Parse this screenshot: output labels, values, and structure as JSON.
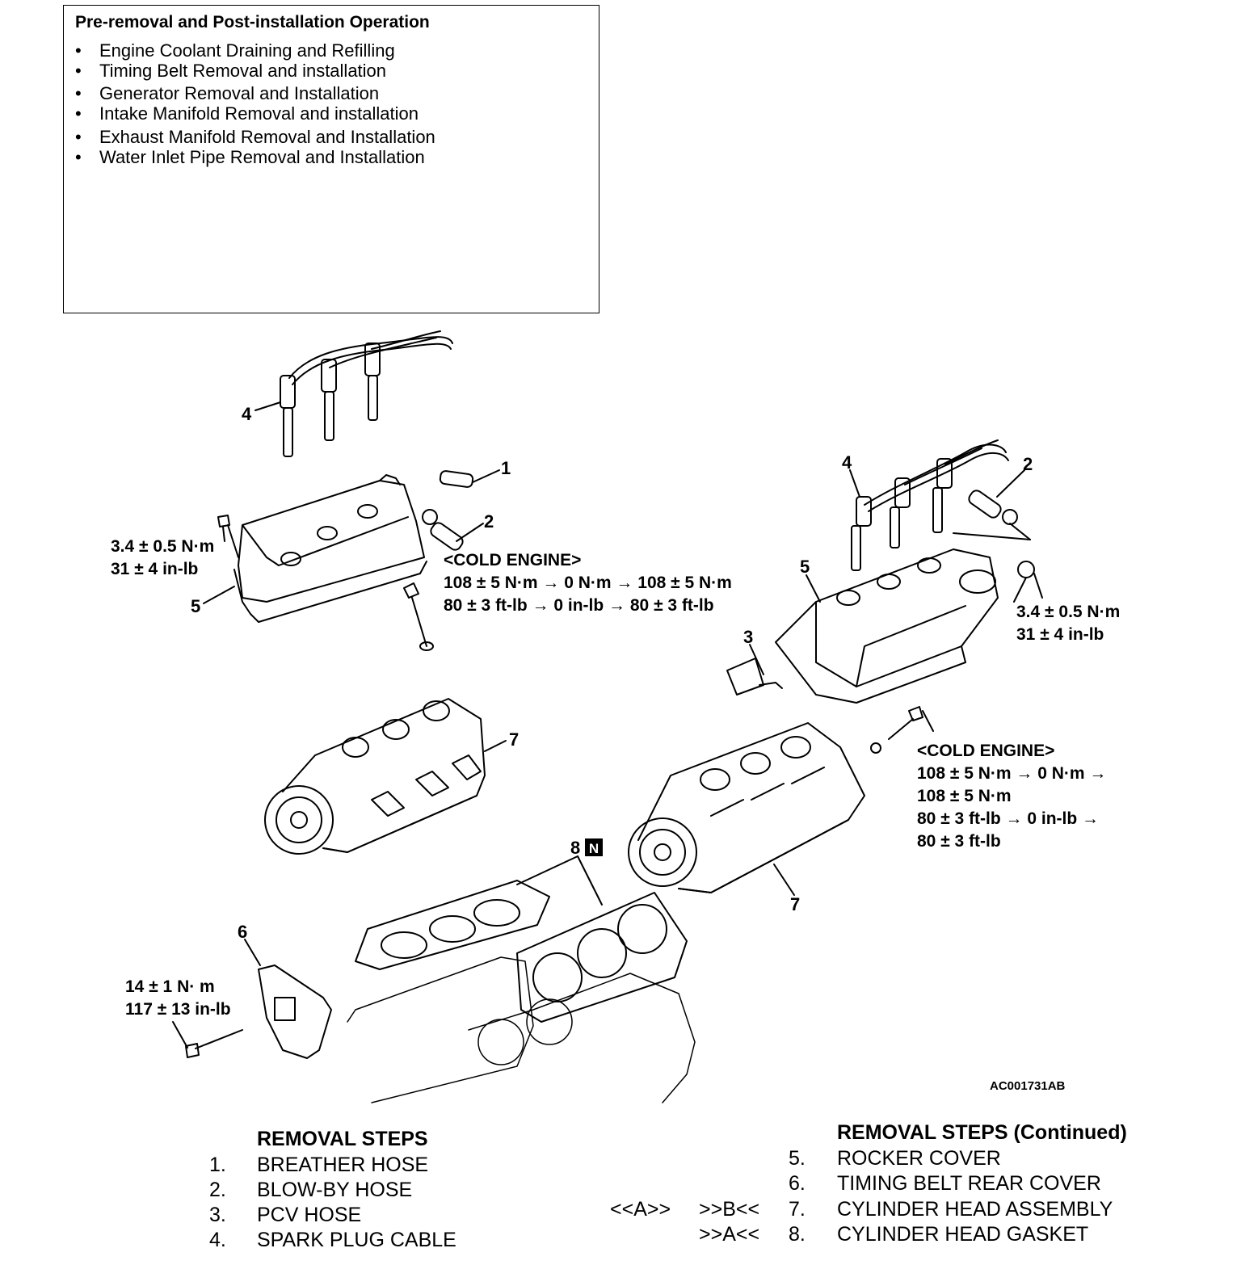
{
  "pre_removal": {
    "title": "Pre-removal and Post-installation Operation",
    "items": [
      "Engine Coolant Draining and Refilling",
      "Timing Belt Removal and installation",
      "Generator Removal and Installation",
      "Intake Manifold Removal and installation",
      "Exhaust Manifold Removal and Installation",
      "Water Inlet Pipe Removal and Installation"
    ],
    "bullet": "•"
  },
  "callouts": {
    "n1": "1",
    "n2": "2",
    "n3": "3",
    "n4": "4",
    "n5": "5",
    "n6": "6",
    "n7": "7",
    "n8": "8",
    "badge_n": "N"
  },
  "torque": {
    "left_bolt_line1": "3.4 ± 0.5 N·m",
    "left_bolt_line2": "31 ± 4 in-lb",
    "right_bolt_line1": "3.4 ± 0.5 N·m",
    "right_bolt_line2": "31 ± 4 in-lb",
    "cold_engine_left": {
      "header": "<COLD ENGINE>",
      "line1": "108 ± 5 N·m → 0 N·m → 108 ± 5 N·m",
      "line2": "80 ± 3 ft-lb → 0 in-lb → 80 ± 3 ft-lb"
    },
    "cold_engine_right": {
      "header": "<COLD ENGINE>",
      "line1": "108 ± 5 N·m → 0 N·m →",
      "line2": "108 ± 5 N·m",
      "line3": "80 ± 3 ft-lb → 0 in-lb →",
      "line4": "80 ± 3 ft-lb"
    },
    "rear_cover_line1": "14 ± 1 N· m",
    "rear_cover_line2": "117 ± 13 in-lb"
  },
  "figure_id": "AC001731AB",
  "removal_steps": {
    "header": "REMOVAL STEPS",
    "items": [
      {
        "num": "1.",
        "label": "BREATHER HOSE"
      },
      {
        "num": "2.",
        "label": "BLOW-BY HOSE"
      },
      {
        "num": "3.",
        "label": "PCV HOSE"
      },
      {
        "num": "4.",
        "label": "SPARK PLUG CABLE"
      }
    ]
  },
  "removal_steps_continued": {
    "header": "REMOVAL STEPS (Continued)",
    "items": [
      {
        "num": "5.",
        "label": "ROCKER COVER",
        "service": "",
        "install": ""
      },
      {
        "num": "6.",
        "label": "TIMING BELT REAR COVER",
        "service": "",
        "install": ""
      },
      {
        "num": "7.",
        "label": "CYLINDER HEAD ASSEMBLY",
        "service": "<<A>>",
        "install": ">>B<<"
      },
      {
        "num": "8.",
        "label": "CYLINDER HEAD GASKET",
        "service": "",
        "install": ">>A<<"
      }
    ]
  }
}
